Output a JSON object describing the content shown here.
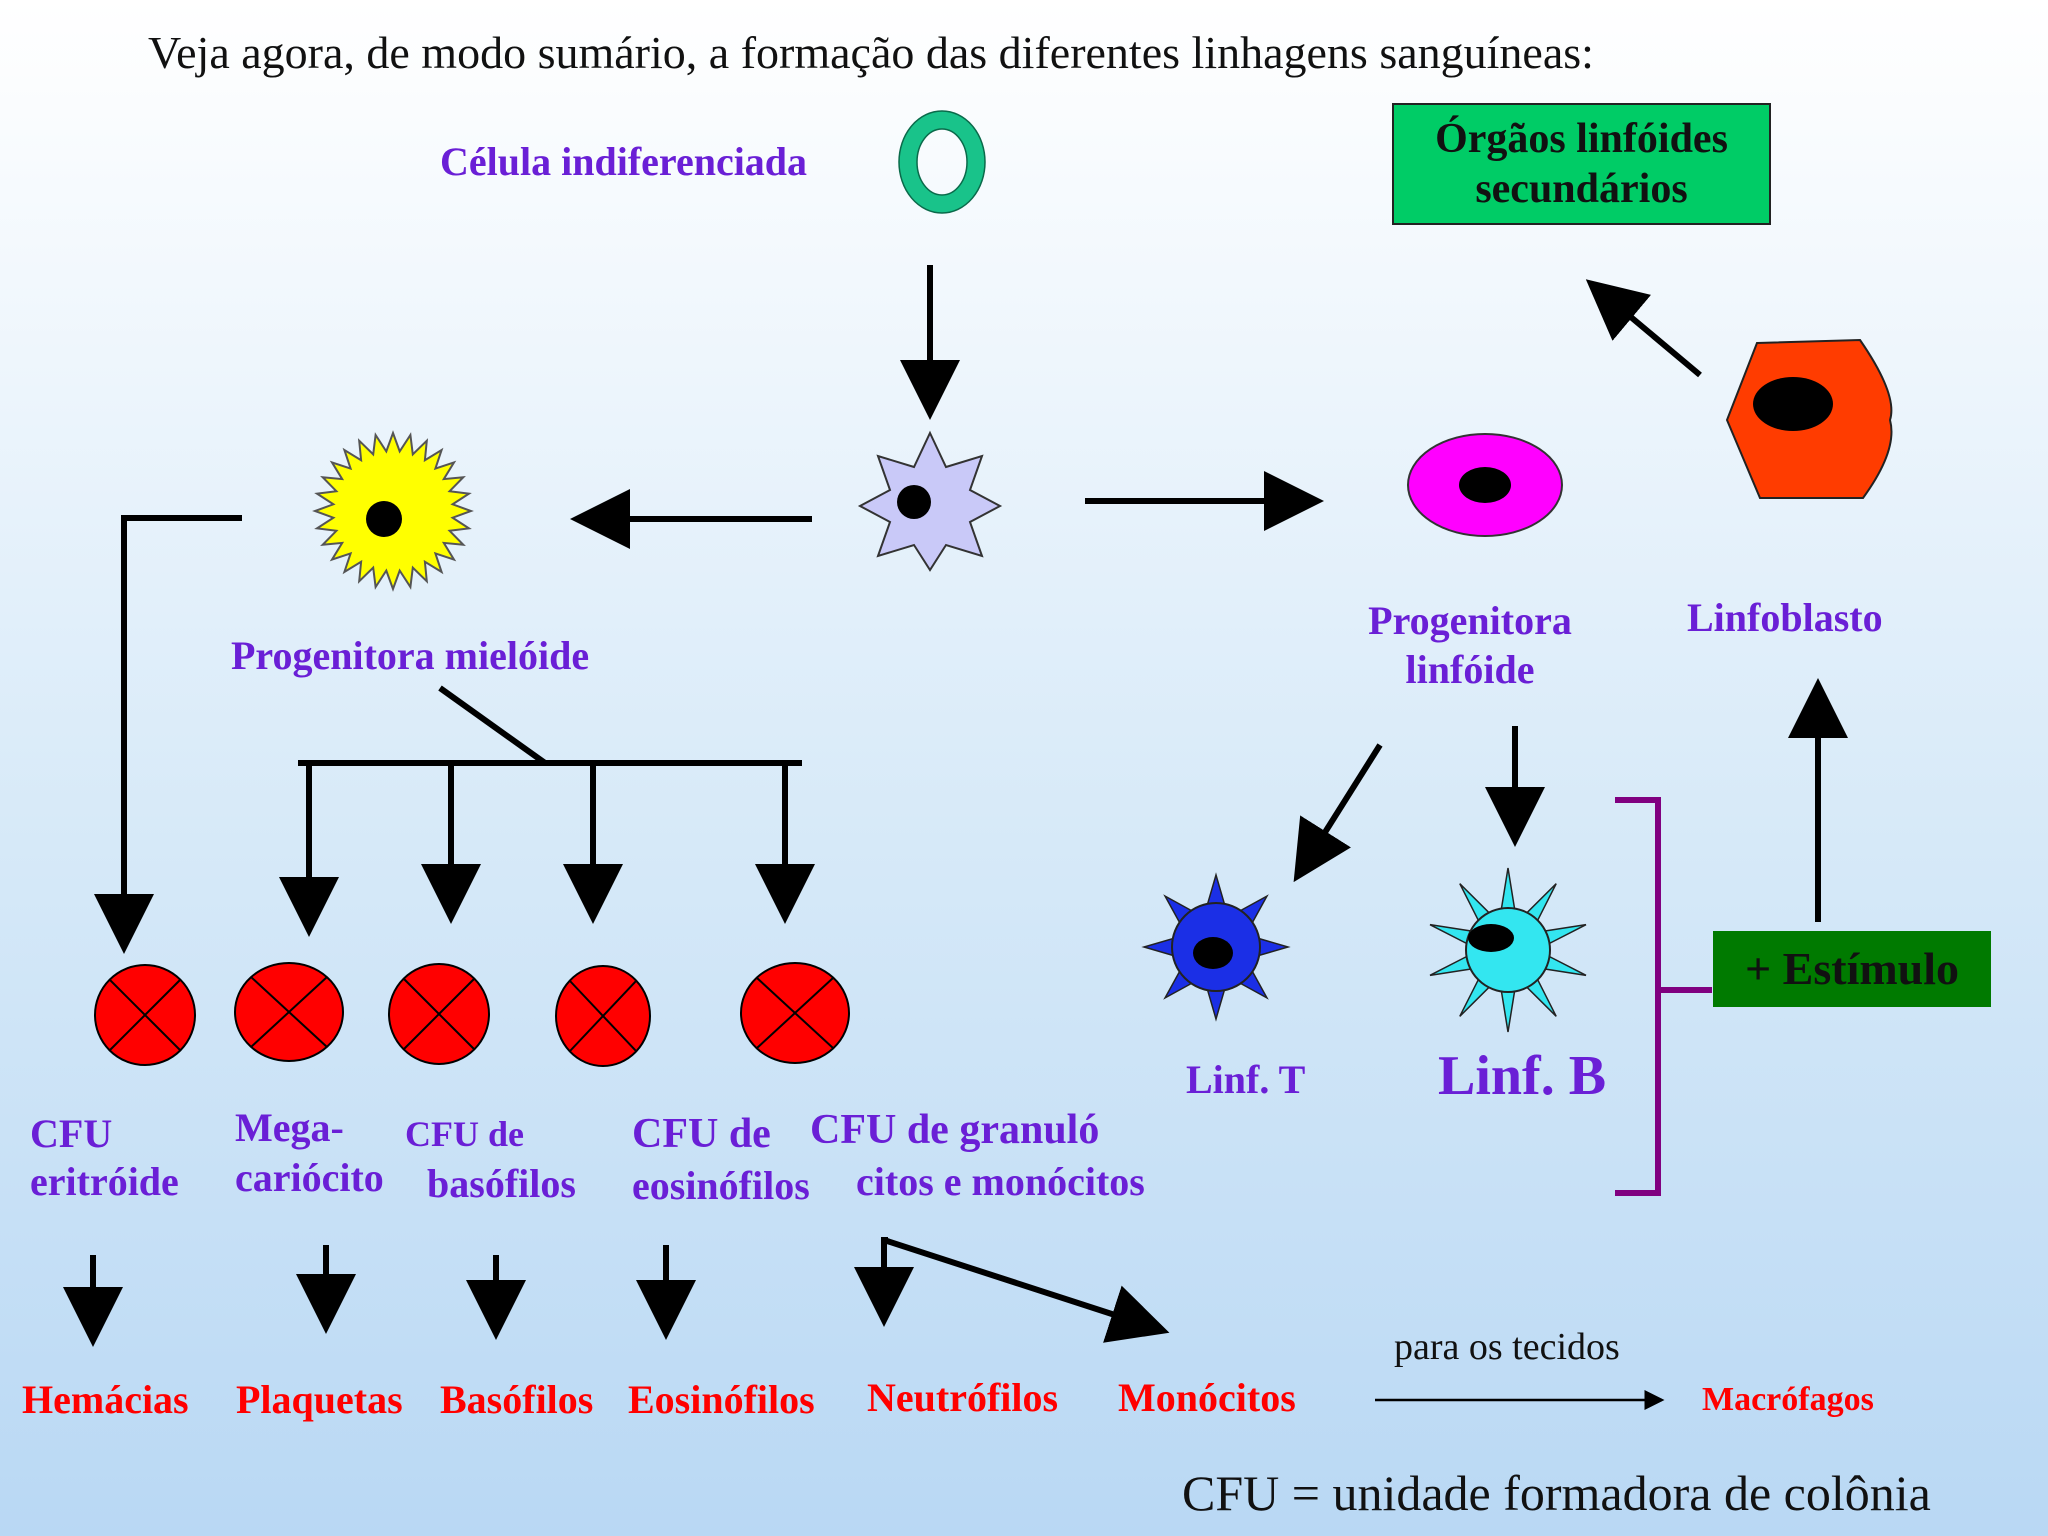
{
  "title": "Veja agora, de modo sumário, a formação das diferentes linhagens sanguíneas:",
  "labels": {
    "celula_indiferenciada": "Célula indiferenciada",
    "orgaos_line1": "Órgãos linfóides",
    "orgaos_line2": "secundários",
    "progenitora_mieloide": "Progenitora mielóide",
    "progenitora_linfoide_1": "Progenitora",
    "progenitora_linfoide_2": "linfóide",
    "linfoblasto": "Linfoblasto",
    "linf_t": "Linf. T",
    "linf_b": "Linf. B",
    "estimulo": "+ Estímulo",
    "cfu_eritroide_1": "CFU",
    "cfu_eritroide_2": "eritróide",
    "megacariocito_1": "Mega-",
    "megacariocito_2": "cariócito",
    "cfu_basofilos_1": "CFU de",
    "cfu_basofilos_2": "basófilos",
    "cfu_eosinofilos_1": "CFU de",
    "cfu_eosinofilos_2": "eosinófilos",
    "cfu_granulocitos_1": "CFU de granuló",
    "cfu_granulocitos_2": "citos e monócitos",
    "para_os_tecidos": "para os tecidos",
    "footnote": "CFU = unidade formadora de colônia"
  },
  "final_cells": [
    "Hemácias",
    "Plaquetas",
    "Basófilos",
    "Eosinófilos",
    "Neutrófilos",
    "Monócitos",
    "Macrófagos"
  ],
  "colors": {
    "purple_text": "#6a1fd6",
    "red_text": "#ff0000",
    "cfu_fill": "#ff0000",
    "green_box": "#00cc66",
    "dark_green_box": "#007a00",
    "bracket": "#800080",
    "ring": "#19c38a",
    "star_cell": "#c9c9f8",
    "myeloid": "#ffff00",
    "lymphoid": "#ff00ff",
    "linfoblasto": "#ff3c00",
    "linf_t": "#1b2fe6",
    "linf_b": "#33e6f0"
  }
}
